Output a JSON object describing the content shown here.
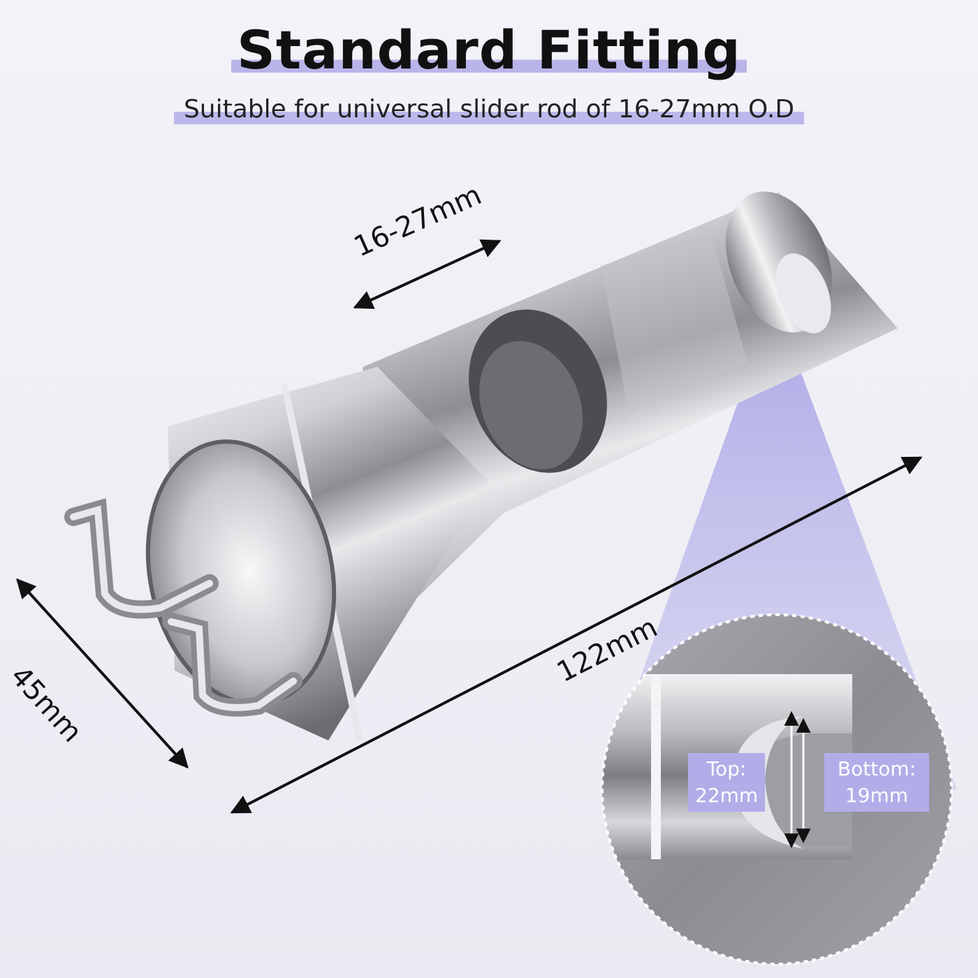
{
  "heading": {
    "title": "Standard Fitting",
    "subtitle": "Suitable for universal slider rod of 16-27mm O.D"
  },
  "dimensions": {
    "rod_range": "16-27mm",
    "length": "122mm",
    "width": "45mm"
  },
  "detail": {
    "top_label": "Top:",
    "top_value": "22mm",
    "bottom_label": "Bottom:",
    "bottom_value": "19mm"
  },
  "colors": {
    "accent": "#b9b5ea",
    "tag_bg": "#b2ade8",
    "metal_light": "#f4f4f6",
    "metal_dark": "#5a5a60"
  }
}
